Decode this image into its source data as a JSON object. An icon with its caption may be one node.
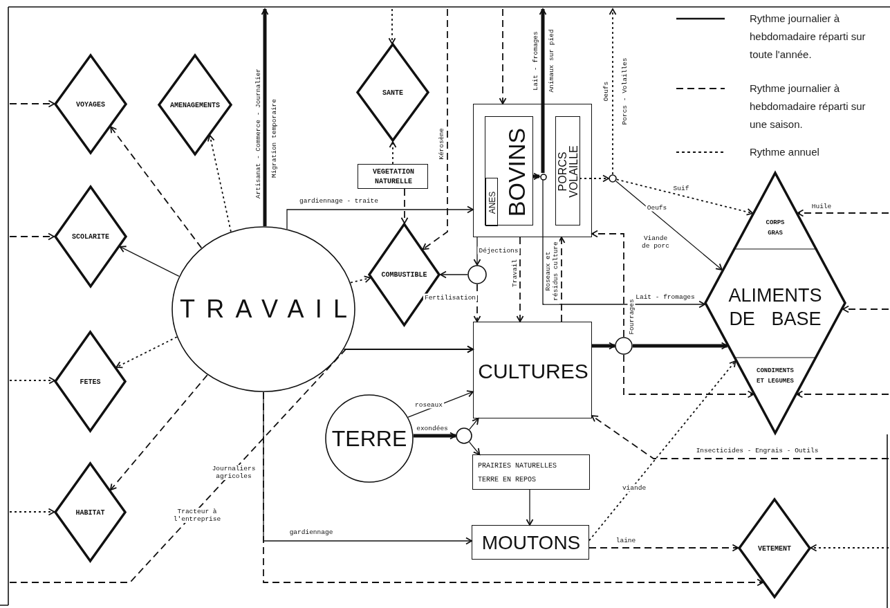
{
  "diagram": {
    "nodes": [
      {
        "text": [
          "VOYAGES"
        ]
      },
      {
        "text": [
          "AMENAGEMENTS"
        ]
      },
      {
        "text": [
          "SANTE"
        ]
      },
      {
        "text": [
          "SCOLARITE"
        ]
      },
      {
        "text": [
          "VEGETATION NATURELLE"
        ]
      },
      {
        "text": [],
        "shape": "box"
      },
      {
        "text": [
          "BOVINS"
        ],
        "in": 5
      },
      {
        "text": [
          "ANES"
        ],
        "in": 6
      },
      {
        "text": [
          "PORCS VOLAILLE"
        ],
        "in": 5
      },
      {
        "text": [],
        "shape": "circle",
        "in": 5
      },
      {
        "text": [],
        "shape": "circle"
      },
      {
        "text": [
          "TRAVAIL"
        ]
      },
      {
        "text": [
          "COMBUSTIBLE"
        ]
      },
      {
        "text": [],
        "shape": "circle"
      },
      {
        "text": [
          "CORPS GRAS",
          "ALIMENTS DE BASE",
          "CONDIMENTS ET LEGUMES"
        ]
      },
      {
        "text": [
          "FETES"
        ]
      },
      {
        "text": [
          "CULTURES"
        ]
      },
      {
        "text": [],
        "shape": "circle"
      },
      {
        "text": [
          "TERRE"
        ]
      },
      {
        "text": [],
        "shape": "circle"
      },
      {
        "text": [
          "PRAIRIES NATURELLES",
          "TERRE EN REPOS"
        ]
      },
      {
        "text": [
          "HABITAT"
        ]
      },
      {
        "text": [
          "MOUTONS"
        ]
      },
      {
        "text": [
          "VETEMENT"
        ]
      }
    ],
    "edges": [
      {
        "from": null,
        "to": 0,
        "arrow": "to",
        "style": "dashed"
      },
      {
        "from": null,
        "to": 3,
        "arrow": "to",
        "style": "dashed"
      },
      {
        "from": null,
        "to": 15,
        "arrow": "to",
        "style": "dashed"
      },
      {
        "from": null,
        "to": 21,
        "arrow": "to",
        "style": "dashed"
      },
      {
        "from": 11,
        "to": 0,
        "arrow": "to",
        "style": "dashed"
      },
      {
        "from": 11,
        "to": 1,
        "arrow": "to",
        "style": "dashed"
      },
      {
        "from": 11,
        "to": 3,
        "arrow": "to"
      },
      {
        "from": 11,
        "to": 15,
        "arrow": "to",
        "style": "dashed"
      },
      {
        "from": 11,
        "to": 21,
        "arrow": "to",
        "style": "dashed"
      },
      {
        "from": 11,
        "to": null,
        "arrow": "to",
        "style": "thick",
        "label": "Artisanat - Commerce - Journalier"
      },
      {
        "from": 11,
        "to": 5,
        "arrow": "to",
        "label": "gardiennage - traite"
      },
      {
        "from": 11,
        "to": 12,
        "arrow": "to",
        "style": "dashed"
      },
      {
        "from": 11,
        "to": 16,
        "arrow": "to",
        "style": "dashed"
      },
      {
        "from": 11,
        "to": 22,
        "arrow": "to",
        "label": "gardiennage"
      },
      {
        "from": 11,
        "to": 23,
        "arrow": "to",
        "style": "dashed"
      },
      {
        "from": null,
        "to": 16,
        "arrow": "to",
        "style": "dashed",
        "label": "Journaliers agricoles"
      },
      {
        "from": null,
        "to": 2,
        "arrow": "to",
        "style": "dashed"
      },
      {
        "from": 4,
        "to": 2,
        "arrow": "to",
        "style": "dashed"
      },
      {
        "from": 4,
        "to": 12,
        "arrow": "to",
        "style": "dashed"
      },
      {
        "from": null,
        "to": 12,
        "arrow": "to",
        "style": "dashed",
        "label": "Kérosène"
      },
      {
        "from": null,
        "to": 5,
        "arrow": "to",
        "style": "dashed"
      },
      {
        "from": 6,
        "to": 9,
        "arrow": "to",
        "style": "thick"
      },
      {
        "from": 9,
        "to": null,
        "arrow": "to",
        "style": "thick",
        "label": "Lait - fromages"
      },
      {
        "from": 9,
        "to": 14,
        "arrow": "to",
        "label": "Lait - fromages"
      },
      {
        "from": 8,
        "to": 10,
        "arrow": "to",
        "style": "dashed"
      },
      {
        "from": 10,
        "to": null,
        "arrow": "to",
        "style": "dashed",
        "label": "Oeufs"
      },
      {
        "from": 10,
        "to": 14,
        "arrow": "to",
        "style": "dashed",
        "label": "Suif"
      },
      {
        "from": 10,
        "to": 14,
        "arrow": "to",
        "label": "Oeufs"
      },
      {
        "from": 5,
        "to": 13,
        "arrow": "to",
        "label": "Déjections"
      },
      {
        "from": 13,
        "to": 12,
        "arrow": "to"
      },
      {
        "from": 13,
        "to": 16,
        "arrow": "to",
        "style": "dashed",
        "label": "Fertilisation"
      },
      {
        "from": 5,
        "to": 16,
        "arrow": "to",
        "style": "dashed",
        "label": "Travail"
      },
      {
        "from": 16,
        "to": 5,
        "arrow": "to",
        "style": "dashed",
        "label": "Roseaux et résidus culture"
      },
      {
        "from": 17,
        "to": 5,
        "arrow": "to",
        "style": "dashed",
        "label": "Fourrages"
      },
      {
        "from": 16,
        "to": 17,
        "arrow": "to",
        "style": "thick"
      },
      {
        "from": 17,
        "to": 14,
        "arrow": "to",
        "style": "thick"
      },
      {
        "from": 17,
        "to": 14,
        "arrow": "to",
        "style": "dashed"
      },
      {
        "from": 18,
        "to": 16,
        "arrow": "to",
        "label": "roseaux"
      },
      {
        "from": 18,
        "to": 19,
        "arrow": "to",
        "style": "thick",
        "label": "exondées"
      },
      {
        "from": 19,
        "to": 16,
        "arrow": "to"
      },
      {
        "from": 19,
        "to": 20,
        "arrow": "to"
      },
      {
        "from": 20,
        "to": 22,
        "arrow": "to"
      },
      {
        "from": 22,
        "to": 23,
        "arrow": "to",
        "style": "dashed",
        "label": "laine"
      },
      {
        "from": 22,
        "to": 14,
        "arrow": "to",
        "style": "dashed",
        "label": "viande"
      },
      {
        "from": null,
        "to": 16,
        "arrow": "to",
        "style": "dashed",
        "label": "Insecticides - Engrais - Outils"
      },
      {
        "from": null,
        "to": 14,
        "arrow": "to",
        "style": "dashed",
        "label": "Huile"
      },
      {
        "from": null,
        "to": 14,
        "arrow": "to",
        "style": "dashed"
      },
      {
        "from": null,
        "to": 14,
        "arrow": "to",
        "style": "dashed"
      },
      {
        "from": null,
        "to": 23,
        "arrow": "to",
        "style": "dashed"
      }
    ],
    "labels": [
      "Migration temporaire",
      "Animaux sur pied",
      "Porcs - Volailles",
      "Viande de porc",
      "Tracteur à l'entreprise"
    ],
    "legend": [
      {
        "text": "Rythme journalier à hebdomadaire réparti sur toute l'année."
      },
      {
        "text": "Rythme journalier à hebdomadaire réparti sur une saison."
      },
      {
        "text": "Rythme annuel"
      }
    ]
  }
}
